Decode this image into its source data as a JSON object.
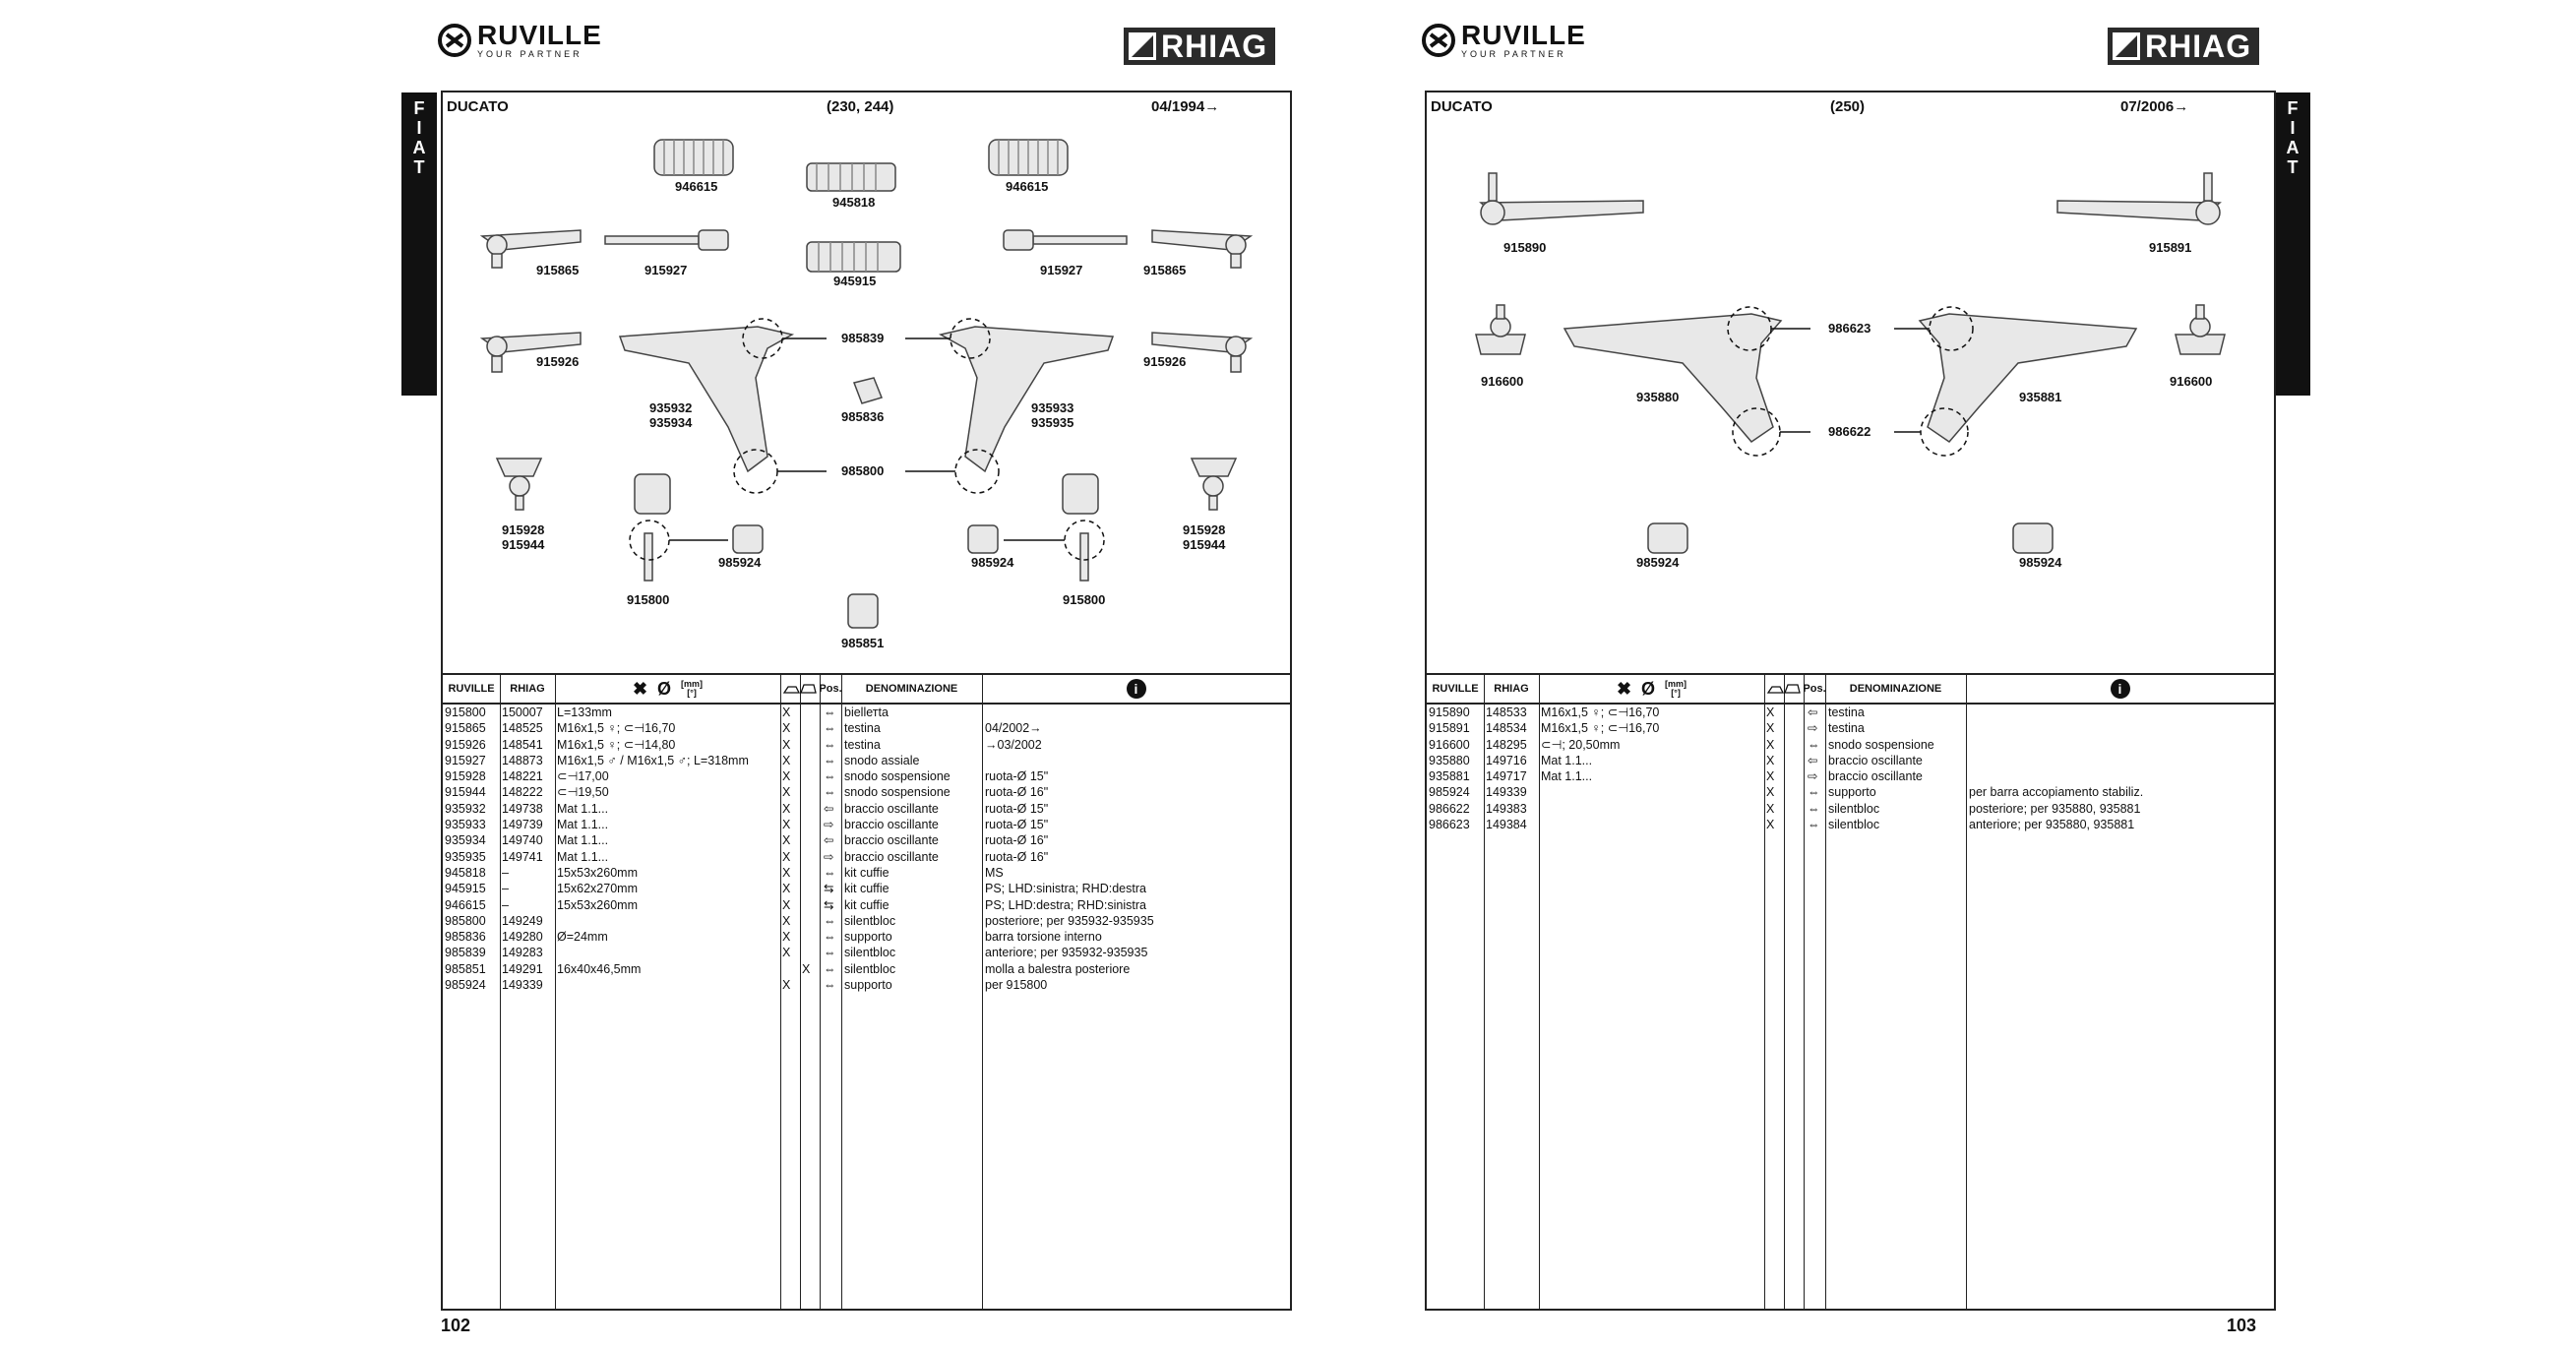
{
  "left": {
    "ruville_name": "RUVILLE",
    "ruville_tag": "YOUR PARTNER",
    "rhiag_name": "RHIAG",
    "side_tab_letters": [
      "F",
      "I",
      "A",
      "T"
    ],
    "header": {
      "model": "DUCATO",
      "code": "(230, 244)",
      "date": "04/1994→"
    },
    "labels": {
      "l946615a": "946615",
      "l945818": "945818",
      "l946615b": "946615",
      "l915865a": "915865",
      "l915927a": "915927",
      "l945915": "945915",
      "l915927b": "915927",
      "l915865b": "915865",
      "l915926a": "915926",
      "l985839": "985839",
      "l915926b": "915926",
      "l935932": "935932",
      "l935934": "935934",
      "l985836": "985836",
      "l935933": "935933",
      "l935935": "935935",
      "l985800": "985800",
      "l915928a": "915928",
      "l915944a": "915944",
      "l915928b": "915928",
      "l915944b": "915944",
      "l985924a": "985924",
      "l985924b": "985924",
      "l915800a": "915800",
      "l915800b": "915800",
      "l985851": "985851"
    },
    "columns": {
      "ruville": "RUVILLE",
      "rhiag": "RHIAG",
      "mm": "[mm]",
      "mm2": "[°]",
      "pos": "Pos.",
      "denom": "DENOMINAZIONE",
      "info": "i"
    },
    "rows": [
      [
        "915800",
        "150007",
        "L=133mm",
        "X",
        "",
        "⇔",
        "biellетta",
        ""
      ],
      [
        "915865",
        "148525",
        "M16x1,5 ♀; ⊂⊣16,70",
        "X",
        "",
        "⇔",
        "testina",
        "04/2002→"
      ],
      [
        "915926",
        "148541",
        "M16x1,5 ♀; ⊂⊣14,80",
        "X",
        "",
        "⇔",
        "testina",
        "→03/2002"
      ],
      [
        "915927",
        "148873",
        "M16x1,5 ♂ / M16x1,5 ♂; L=318mm",
        "X",
        "",
        "⇔",
        "snodo assiale",
        ""
      ],
      [
        "915928",
        "148221",
        "⊂⊣17,00",
        "X",
        "",
        "⇔",
        "snodo sospensione",
        "ruota-Ø 15\""
      ],
      [
        "915944",
        "148222",
        "⊂⊣19,50",
        "X",
        "",
        "⇔",
        "snodo sospensione",
        "ruota-Ø 16\""
      ],
      [
        "935932",
        "149738",
        "Mat 1.1...",
        "X",
        "",
        "⇦",
        "braccio oscillante",
        "ruota-Ø 15\""
      ],
      [
        "935933",
        "149739",
        "Mat 1.1...",
        "X",
        "",
        "⇨",
        "braccio oscillante",
        "ruota-Ø 15\""
      ],
      [
        "935934",
        "149740",
        "Mat 1.1...",
        "X",
        "",
        "⇦",
        "braccio oscillante",
        "ruota-Ø 16\""
      ],
      [
        "935935",
        "149741",
        "Mat 1.1...",
        "X",
        "",
        "⇨",
        "braccio oscillante",
        "ruota-Ø 16\""
      ],
      [
        "945818",
        "–",
        "15x53x260mm",
        "X",
        "",
        "⇔",
        "kit cuffie",
        "MS"
      ],
      [
        "945915",
        "–",
        "15x62x270mm",
        "X",
        "",
        "⇆",
        "kit cuffie",
        "PS; LHD:sinistra; RHD:destra"
      ],
      [
        "946615",
        "–",
        "15x53x260mm",
        "X",
        "",
        "⇆",
        "kit cuffie",
        "PS; LHD:destra; RHD:sinistra"
      ],
      [
        "985800",
        "149249",
        "",
        "X",
        "",
        "⇔",
        "silentbloc",
        "posteriore; per 935932-935935"
      ],
      [
        "985836",
        "149280",
        "Ø=24mm",
        "X",
        "",
        "⇔",
        "supporto",
        "barra torsione interno"
      ],
      [
        "985839",
        "149283",
        "",
        "X",
        "",
        "⇔",
        "silentbloc",
        "anteriore; per 935932-935935"
      ],
      [
        "985851",
        "149291",
        "16x40x46,5mm",
        "",
        "X",
        "⇔",
        "silentbloc",
        "molla a balestra posteriore"
      ],
      [
        "985924",
        "149339",
        "",
        "X",
        "",
        "⇔",
        "supporto",
        "per 915800"
      ]
    ],
    "page_number": "102"
  },
  "right": {
    "ruville_name": "RUVILLE",
    "ruville_tag": "YOUR PARTNER",
    "rhiag_name": "RHIAG",
    "side_tab_letters": [
      "F",
      "I",
      "A",
      "T"
    ],
    "header": {
      "model": "DUCATO",
      "code": "(250)",
      "date": "07/2006→"
    },
    "labels": {
      "l915890": "915890",
      "l915891": "915891",
      "l916600a": "916600",
      "l986623": "986623",
      "l916600b": "916600",
      "l935880": "935880",
      "l935881": "935881",
      "l986622": "986622",
      "l985924a": "985924",
      "l985924b": "985924"
    },
    "columns": {
      "ruville": "RUVILLE",
      "rhiag": "RHIAG",
      "mm": "[mm]",
      "mm2": "[°]",
      "pos": "Pos.",
      "denom": "DENOMINAZIONE",
      "info": "i"
    },
    "rows": [
      [
        "915890",
        "148533",
        "M16x1,5 ♀; ⊂⊣16,70",
        "X",
        "",
        "⇦",
        "testina",
        ""
      ],
      [
        "915891",
        "148534",
        "M16x1,5 ♀; ⊂⊣16,70",
        "X",
        "",
        "⇨",
        "testina",
        ""
      ],
      [
        "916600",
        "148295",
        "⊂⊣; 20,50mm",
        "X",
        "",
        "⇔",
        "snodo sospensione",
        ""
      ],
      [
        "935880",
        "149716",
        "Mat 1.1...",
        "X",
        "",
        "⇦",
        "braccio oscillante",
        ""
      ],
      [
        "935881",
        "149717",
        "Mat 1.1...",
        "X",
        "",
        "⇨",
        "braccio oscillante",
        ""
      ],
      [
        "985924",
        "149339",
        "",
        "X",
        "",
        "⇔",
        "supporto",
        "per barra accopiamento stabiliz."
      ],
      [
        "986622",
        "149383",
        "",
        "X",
        "",
        "⇔",
        "silentbloc",
        "posteriore; per 935880, 935881"
      ],
      [
        "986623",
        "149384",
        "",
        "X",
        "",
        "⇔",
        "silentbloc",
        "anteriore; per 935880, 935881"
      ]
    ],
    "page_number": "103"
  }
}
